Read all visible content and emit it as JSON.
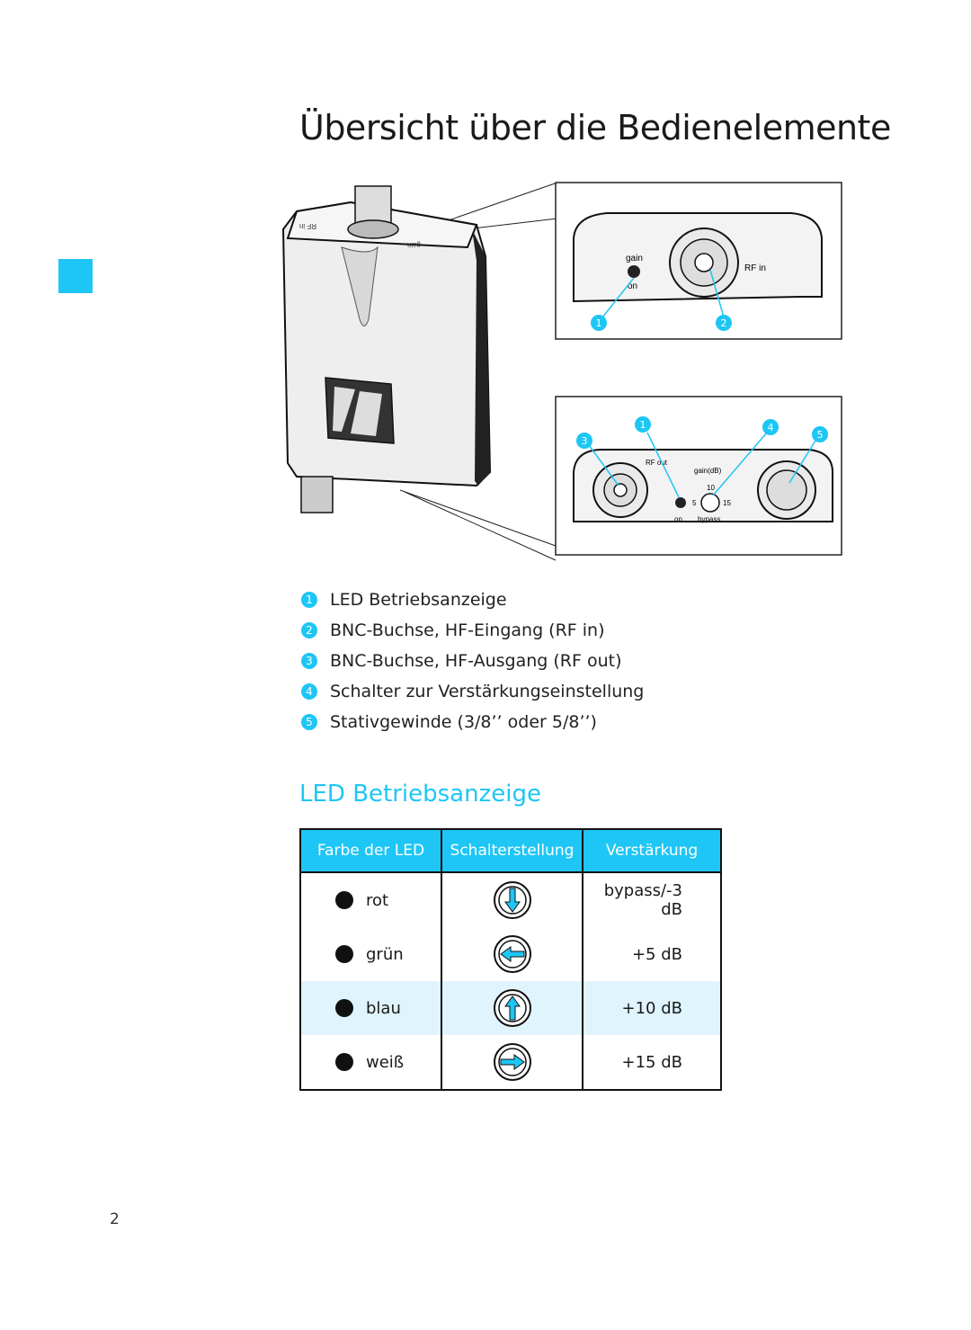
{
  "page": {
    "title": "Übersicht über die Bedienelemente",
    "page_number": "2",
    "accent_color": "#1ec6f5"
  },
  "diagram": {
    "top_panel": {
      "gain_label": "gain",
      "on_label": "on",
      "rf_in_label": "RF  in",
      "callouts": [
        "1",
        "2"
      ]
    },
    "bottom_panel": {
      "rf_out_label": "RF    out",
      "gain_db_label": "gain(dB)",
      "scale_10": "10",
      "scale_5": "5",
      "scale_15": "15",
      "on_label": "on",
      "bypass_label": "bypass",
      "callouts": [
        "3",
        "1",
        "4",
        "5"
      ]
    },
    "device_top_labels": {
      "rf_in": "RF in",
      "gain": "gain"
    }
  },
  "legend": [
    {
      "num": "1",
      "label": "LED Betriebsanzeige"
    },
    {
      "num": "2",
      "label": "BNC-Buchse, HF-Eingang (RF in)"
    },
    {
      "num": "3",
      "label": "BNC-Buchse, HF-Ausgang (RF out)"
    },
    {
      "num": "4",
      "label": "Schalter zur Verstärkungseinstellung"
    },
    {
      "num": "5",
      "label": "Stativgewinde (3/8’’ oder 5/8’’)"
    }
  ],
  "led_section": {
    "heading": "LED Betriebsanzeige",
    "headers": [
      "Farbe der LED",
      "Schalterstellung",
      "Verstärkung"
    ],
    "rows": [
      {
        "color": "rot",
        "switch": "down-arrow-icon",
        "gain": "bypass/-3 dB"
      },
      {
        "color": "grün",
        "switch": "left-arrow-icon",
        "gain": "+5 dB"
      },
      {
        "color": "blau",
        "switch": "up-arrow-icon",
        "gain": "+10 dB"
      },
      {
        "color": "weiß",
        "switch": "right-arrow-icon",
        "gain": "+15 dB"
      }
    ]
  }
}
